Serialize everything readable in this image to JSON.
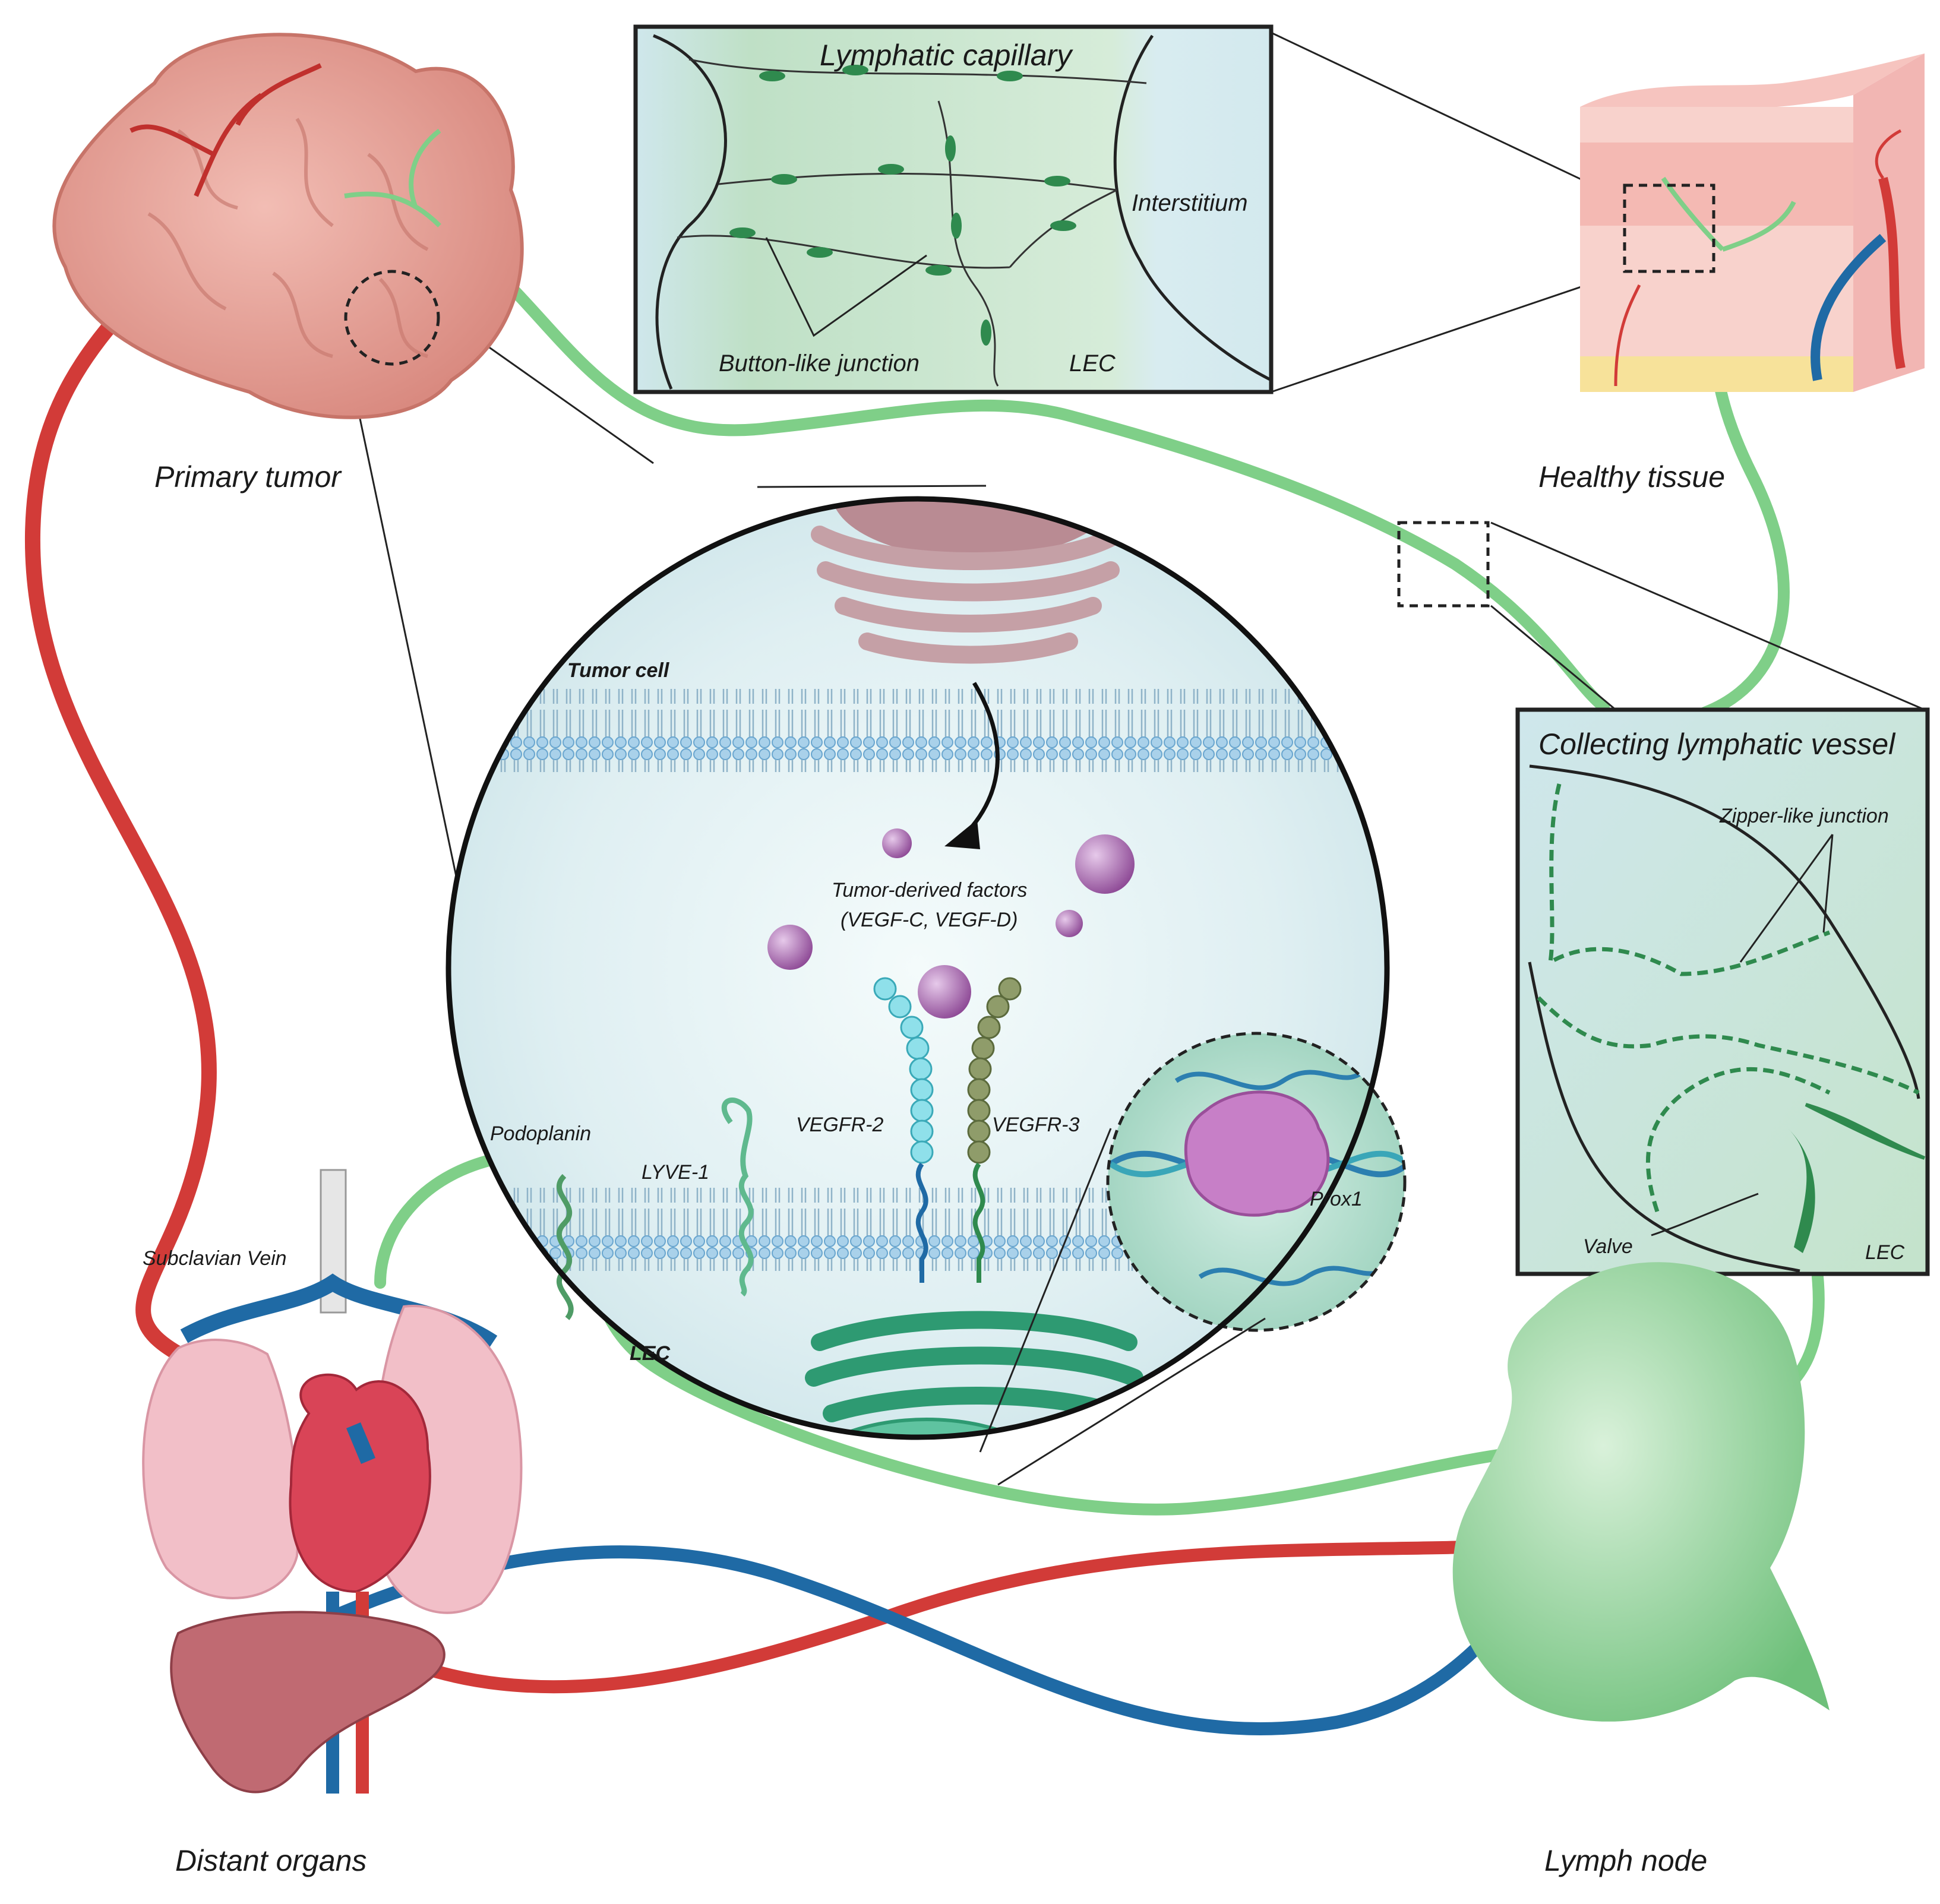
{
  "labels": {
    "primary_tumor": "Primary tumor",
    "healthy_tissue": "Healthy tissue",
    "distant_organs": "Distant organs",
    "lymph_node": "Lymph node",
    "subclavian_vein": "Subclavian Vein",
    "lymphatic_capillary": "Lymphatic capillary",
    "interstitium": "Interstitium",
    "button_like_junction": "Button-like junction",
    "lec_capillary": "LEC",
    "collecting_vessel": "Collecting lymphatic vessel",
    "zipper_like_junction": "Zipper-like junction",
    "valve": "Valve",
    "lec_collecting": "LEC",
    "tumor_cell": "Tumor cell",
    "tumor_factors_line1": "Tumor-derived factors",
    "tumor_factors_line2": "(VEGF-C, VEGF-D)",
    "podoplanin": "Podoplanin",
    "lyve1": "LYVE-1",
    "vegfr2": "VEGFR-2",
    "vegfr3": "VEGFR-3",
    "prox1": "Prox1",
    "lec_center": "LEC"
  },
  "colors": {
    "lymph_green": "#7fcf88",
    "artery_red": "#d23b38",
    "vein_blue": "#1f6aa5",
    "tumor_pink": "#e8a79e",
    "factor_purple": "#a463a8",
    "receptor_cyan": "#7fd6e0",
    "receptor_olive": "#7a8a5a",
    "membrane_blue": "#9ec8e6",
    "panel_green": "#c8e6cf",
    "panel_blue": "#d7ecf0"
  }
}
